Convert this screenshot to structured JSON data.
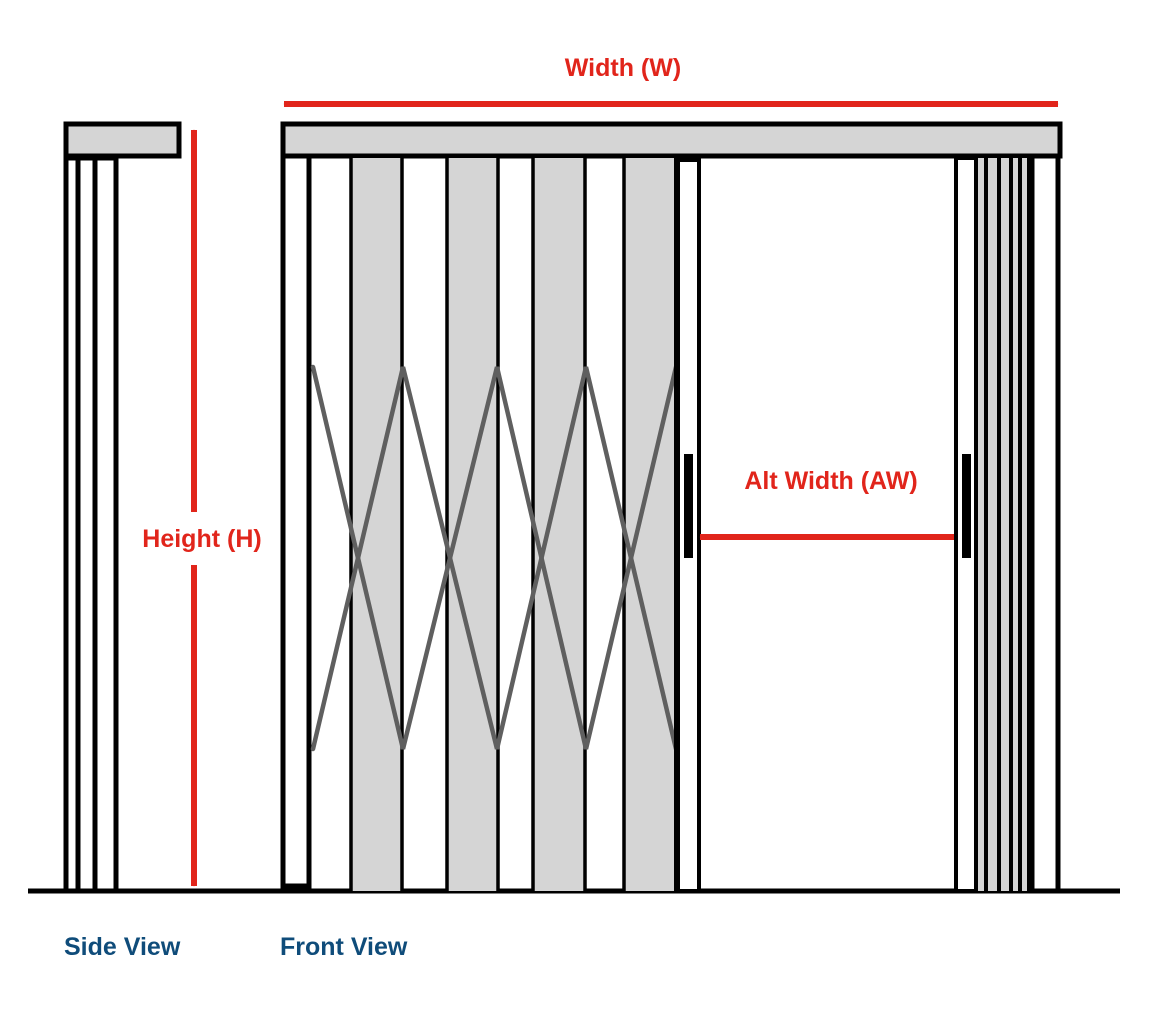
{
  "diagram": {
    "title": "Folding security gate measurement diagram",
    "colors": {
      "dimension": "#e1251b",
      "caption": "#0f4c7a",
      "outline": "#000000",
      "panel_fill": "#d5d5d5",
      "scissor_bars": "#5f5f5f",
      "background": "#ffffff"
    },
    "dimensions": {
      "width": "Width (W)",
      "height": "Height (H)",
      "alt_width": "Alt Width (AW)"
    },
    "captions": {
      "side_view": "Side View",
      "front_view": "Front View"
    },
    "front_view": {
      "shaded_panels": 4,
      "scissor_pivots": 4,
      "stacked_panels_right": 5,
      "handles": 2
    }
  }
}
